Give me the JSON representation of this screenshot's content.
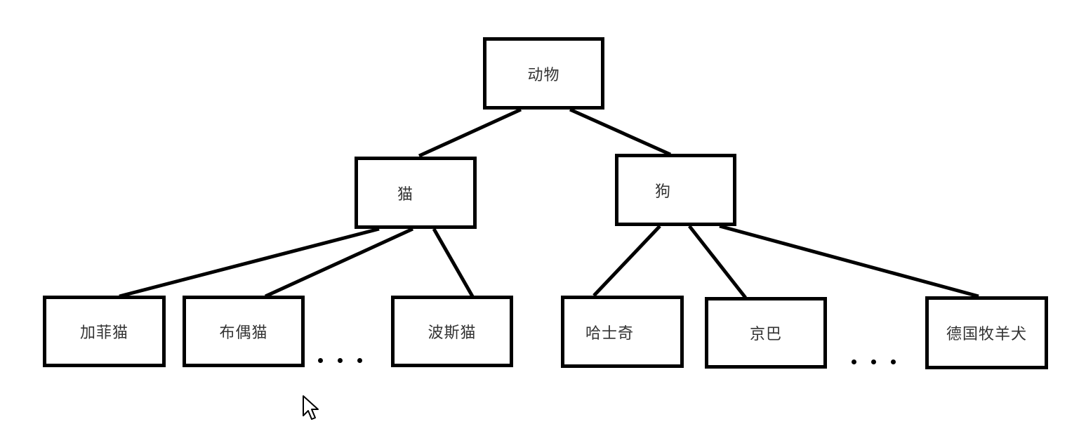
{
  "diagram": {
    "root": {
      "label": "动物"
    },
    "cat": {
      "label": "猫"
    },
    "dog": {
      "label": "狗"
    },
    "cat_children": [
      {
        "label": "加菲猫"
      },
      {
        "label": "布偶猫"
      },
      {
        "label": "波斯猫"
      }
    ],
    "dog_children": [
      {
        "label": "哈士奇"
      },
      {
        "label": "京巴"
      },
      {
        "label": "德国牧羊犬"
      }
    ],
    "ellipsis": "• • •"
  },
  "colors": {
    "stroke": "#000000",
    "text": "#333333",
    "background": "#ffffff"
  }
}
